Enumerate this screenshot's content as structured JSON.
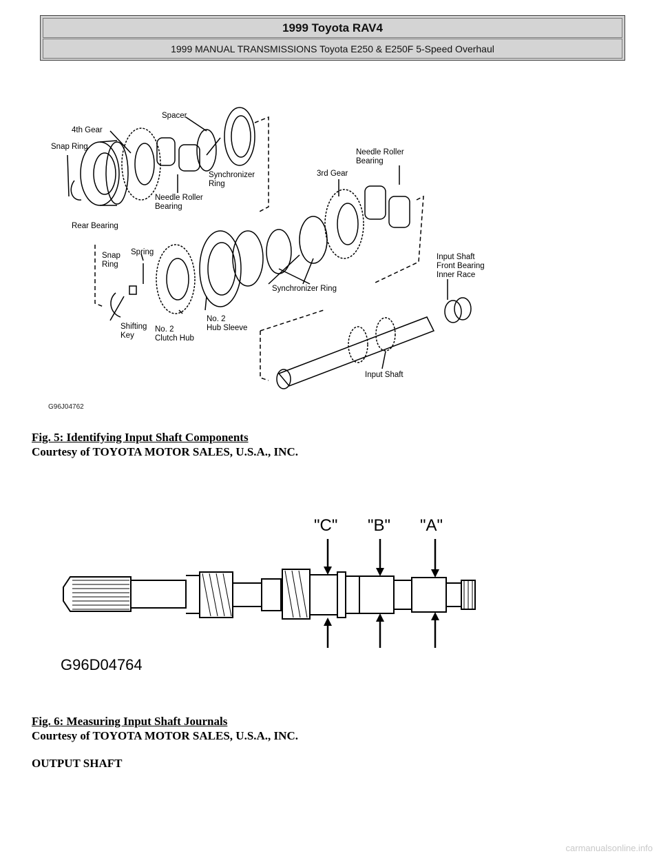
{
  "header": {
    "title": "1999 Toyota RAV4",
    "subtitle": "1999 MANUAL TRANSMISSIONS Toyota E250 & E250F 5-Speed Overhaul"
  },
  "figure5": {
    "labels": {
      "spacer": "Spacer",
      "fourth_gear": "4th Gear",
      "snap_ring": "Snap Ring",
      "synchronizer_ring_l1": "Synchronizer",
      "synchronizer_ring_l2": "Ring",
      "needle_roller_1_l1": "Needle Roller",
      "needle_roller_1_l2": "Bearing",
      "needle_roller_2_l1": "Needle Roller",
      "needle_roller_2_l2": "Bearing",
      "third_gear": "3rd Gear",
      "rear_bearing": "Rear Bearing",
      "snap_ring2_l1": "Snap",
      "snap_ring2_l2": "Ring",
      "spring": "Spring",
      "input_front_l1": "Input Shaft",
      "input_front_l2": "Front Bearing",
      "input_front_l3": "Inner Race",
      "synchronizer_ring_b": "Synchronizer Ring",
      "shifting_key_l1": "Shifting",
      "shifting_key_l2": "Key",
      "clutch_hub_l1": "No. 2",
      "clutch_hub_l2": "Clutch Hub",
      "hub_sleeve_l1": "No. 2",
      "hub_sleeve_l2": "Hub Sleeve",
      "input_shaft": "Input Shaft",
      "code": "G96J04762"
    },
    "caption_title": "Fig. 5: Identifying Input Shaft Components",
    "caption_courtesy": "Courtesy of TOYOTA MOTOR SALES, U.S.A., INC."
  },
  "figure6": {
    "labels": {
      "c": "\"C\"",
      "b": "\"B\"",
      "a": "\"A\"",
      "code": "G96D04764"
    },
    "caption_title": "Fig. 6: Measuring Input Shaft Journals",
    "caption_courtesy": "Courtesy of TOYOTA MOTOR SALES, U.S.A., INC."
  },
  "section_heading": "OUTPUT SHAFT",
  "footer": "carmanualsonline.info"
}
